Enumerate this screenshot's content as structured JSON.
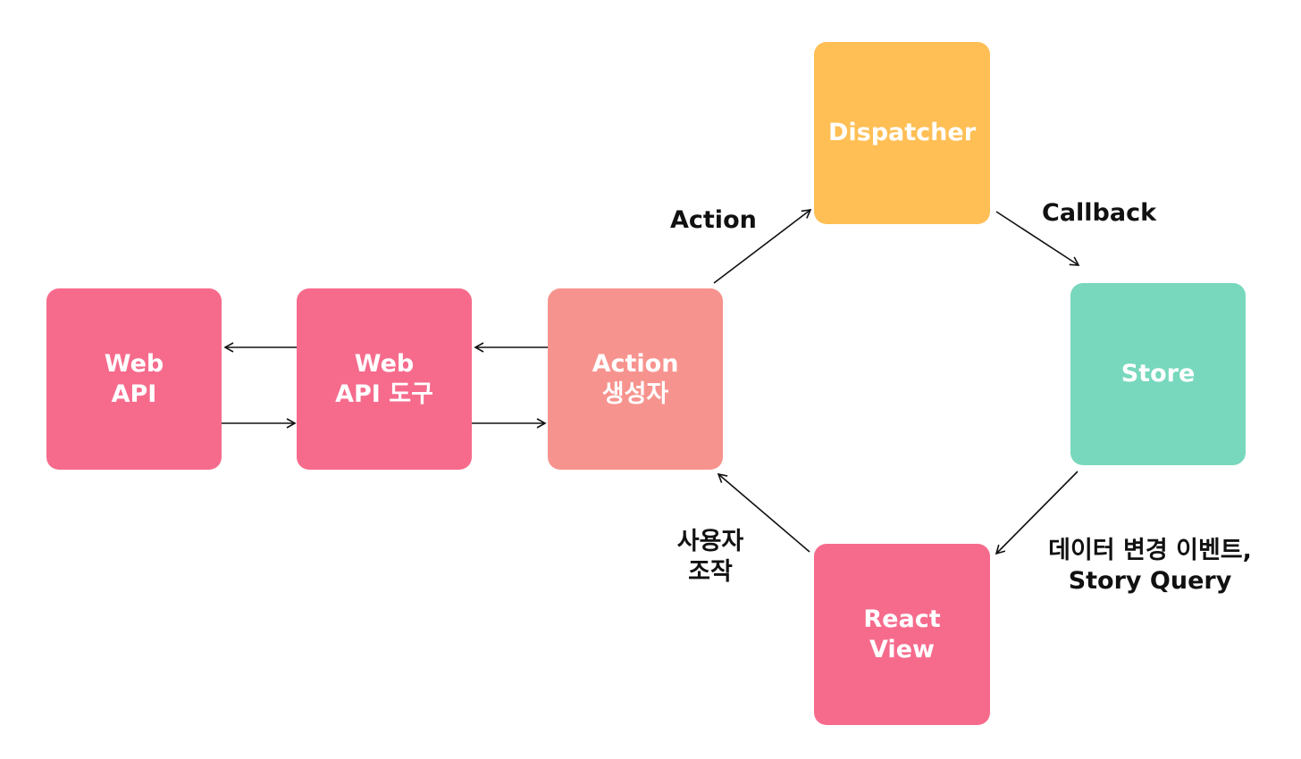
{
  "colors": {
    "pink": "#F66B8C",
    "salmon": "#F7938E",
    "orange": "#FFBF55",
    "mint": "#78D8BD",
    "text_on_node": "#ffffff",
    "arrow": "#111111"
  },
  "nodes": {
    "web_api": {
      "label": "Web\nAPI"
    },
    "web_api_tool": {
      "label": "Web\nAPI 도구"
    },
    "action_creator": {
      "label": "Action\n생성자"
    },
    "dispatcher": {
      "label": "Dispatcher"
    },
    "store": {
      "label": "Store"
    },
    "react_view": {
      "label": "React\nView"
    }
  },
  "edge_labels": {
    "action": "Action",
    "callback": "Callback",
    "change_event": "데이터 변경 이벤트,\nStory Query",
    "user_interaction": "사용자\n조작"
  }
}
